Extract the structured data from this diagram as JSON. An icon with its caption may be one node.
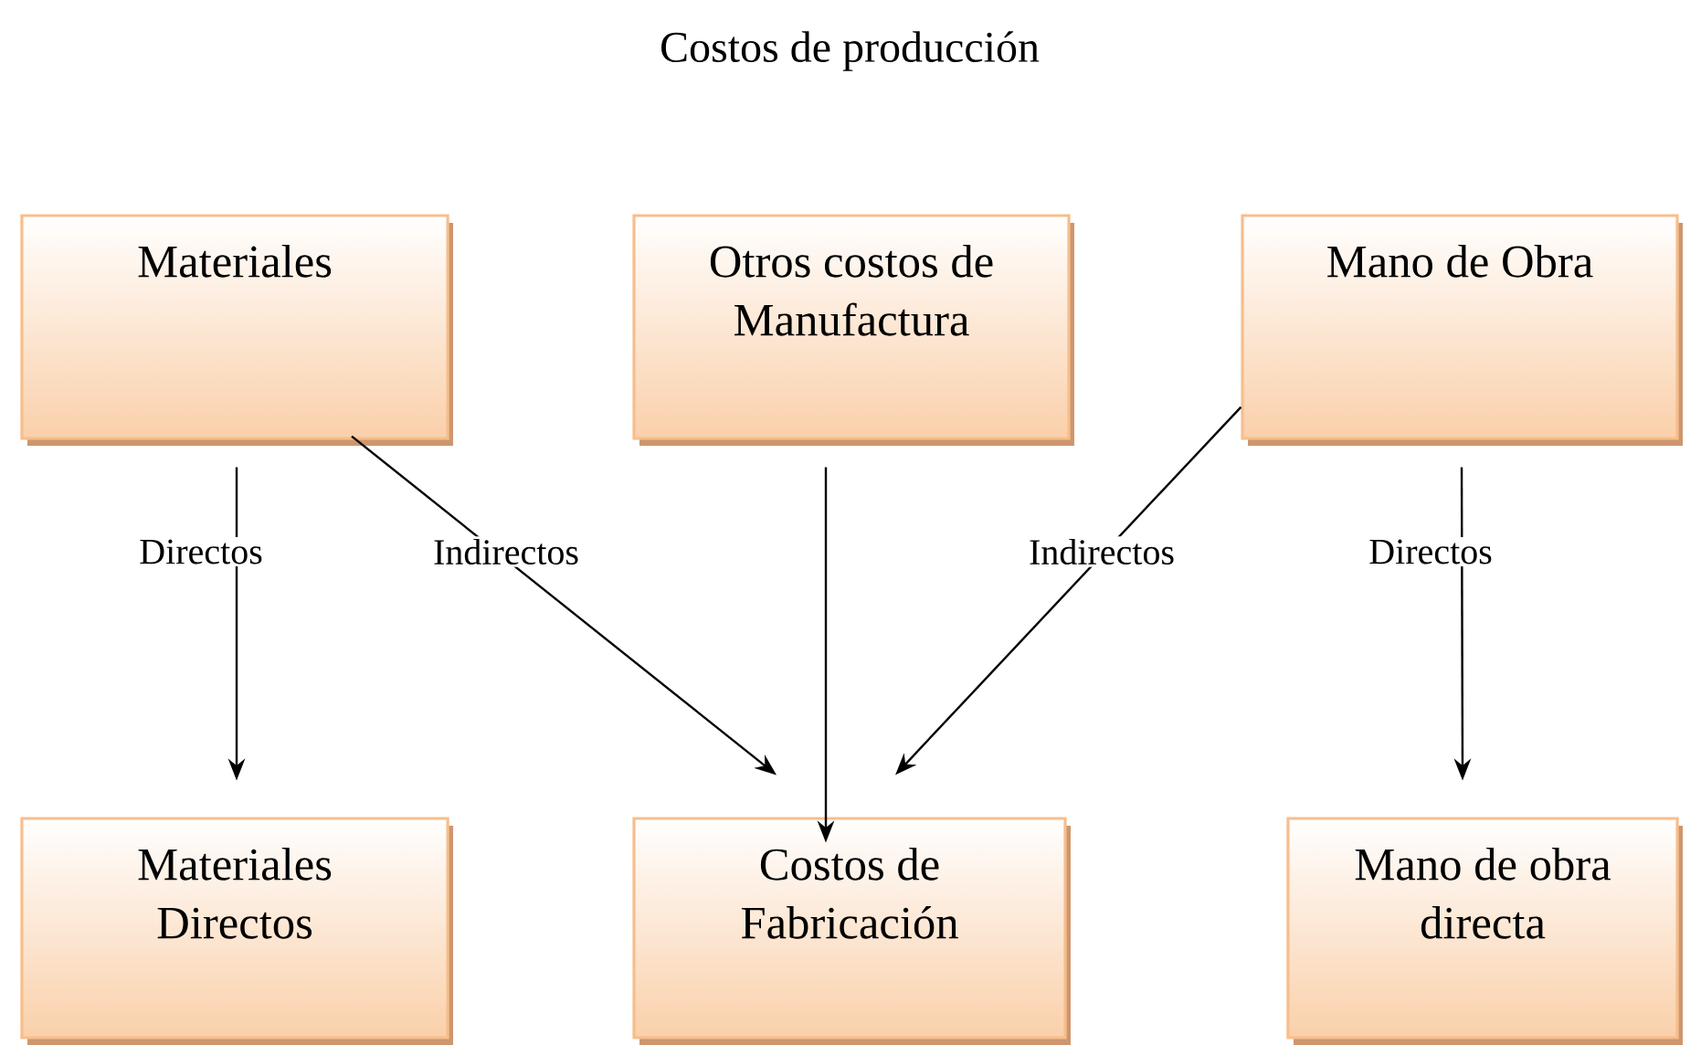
{
  "diagram": {
    "title": "Costos de producción",
    "nodes": [
      {
        "text": [
          "Materiales"
        ]
      },
      {
        "text": [
          "Otros costos de Manufactura"
        ]
      },
      {
        "text": [
          "Mano de Obra"
        ]
      },
      {
        "text": [
          "Materiales Directos"
        ]
      },
      {
        "text": [
          "Costos de Fabricación"
        ]
      },
      {
        "text": [
          "Mano de obra directa"
        ]
      }
    ],
    "edges": [
      {
        "from": 0,
        "to": 3,
        "arrow": "to",
        "label": "Directos"
      },
      {
        "from": 0,
        "to": 4,
        "arrow": "to",
        "label": "Indirectos"
      },
      {
        "from": 1,
        "to": 4,
        "arrow": "to"
      },
      {
        "from": 2,
        "to": 4,
        "arrow": "to",
        "label": "Indirectos"
      },
      {
        "from": 2,
        "to": 5,
        "arrow": "to",
        "label": "Directos"
      }
    ]
  }
}
